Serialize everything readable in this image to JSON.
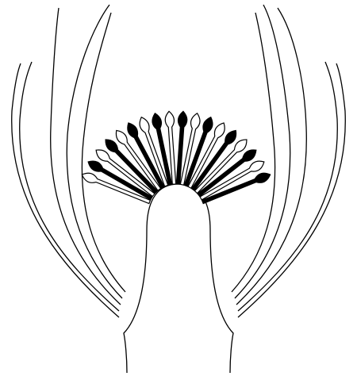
{
  "diagram": {
    "kind": "botanical line drawing",
    "colors": {
      "ink": "#000000",
      "paper": "#ffffff"
    },
    "parts": {
      "bract_lines_per_side": 5,
      "florets": 18,
      "filled_floret_indices": [
        1,
        3,
        5,
        7,
        9,
        11,
        13,
        15,
        17
      ]
    }
  }
}
